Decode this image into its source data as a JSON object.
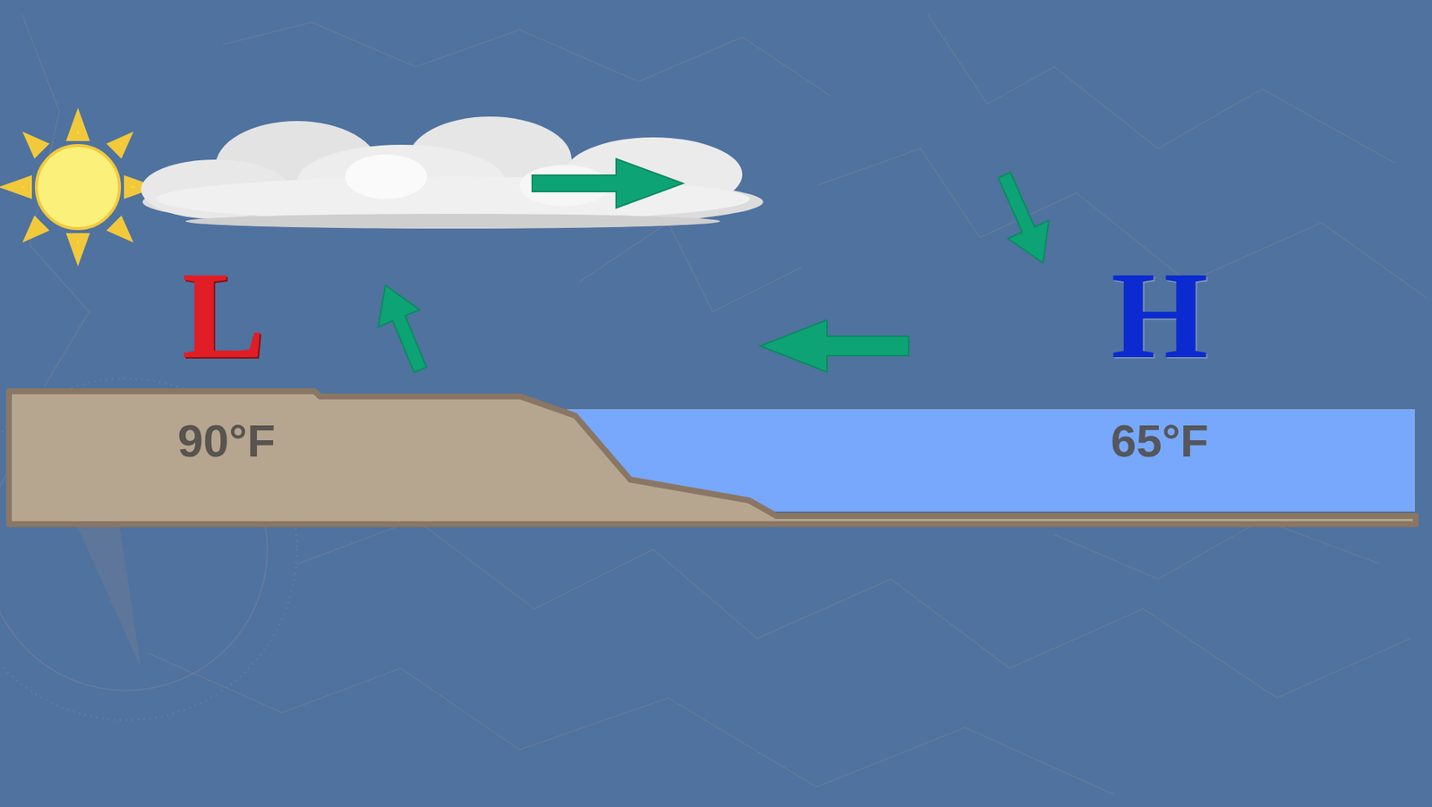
{
  "diagram": {
    "labels": [
      "L",
      "H",
      "90°F",
      "65°F"
    ]
  }
}
